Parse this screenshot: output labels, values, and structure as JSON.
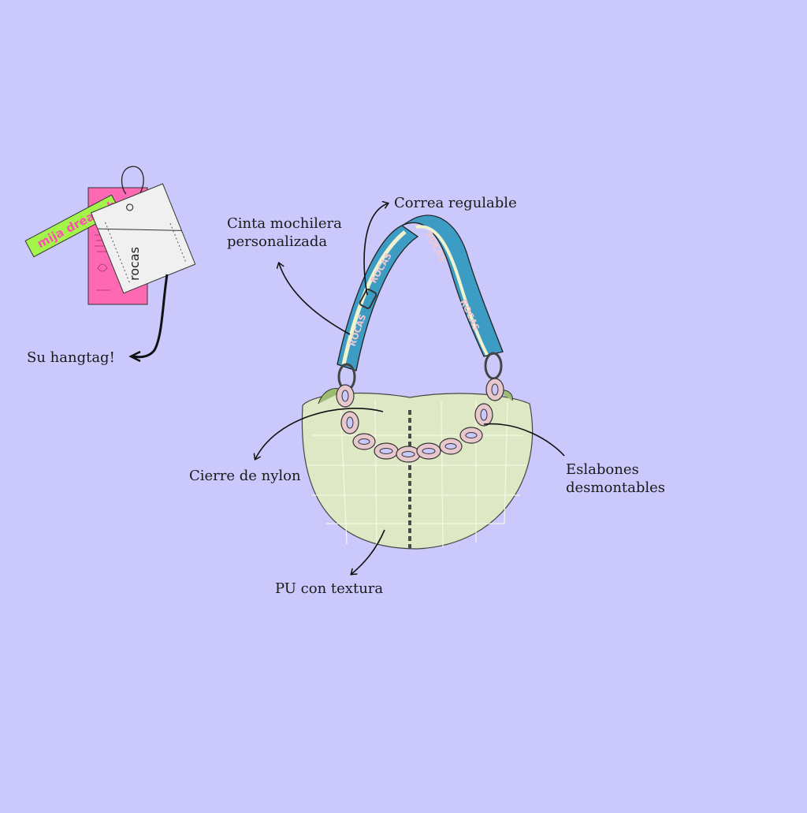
{
  "background_color": "#cbc9fb",
  "labels": {
    "correa": "Correa regulable",
    "cinta_line1": "Cinta mochilera",
    "cinta_line2": "personalizada",
    "hangtag": "Su hangtag!",
    "cierre": "Cierre de nylon",
    "eslabones_line1": "Eslabones",
    "eslabones_line2": "desmontables",
    "pu": "PU con textura"
  },
  "hangtag": {
    "green_tag_text": "mija dream b",
    "white_tag_text": "rocas",
    "green_color": "#a3f54a",
    "pink_color": "#ff69b4",
    "white_color": "#f0f0f0"
  },
  "strap": {
    "text": "ROCAS",
    "strap_color": "#3d9cc4",
    "letter_color": "#f0c8d2",
    "edge_color": "#f1f3cf"
  },
  "bag": {
    "body_color": "#dfe8c4",
    "link_color": "#e8c8cc",
    "zipper_color": "#4a4a4a"
  }
}
